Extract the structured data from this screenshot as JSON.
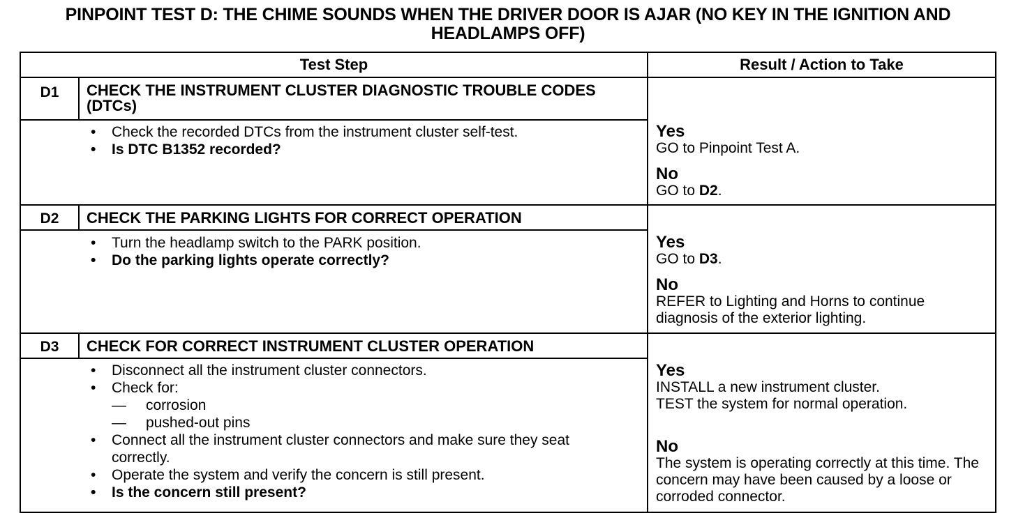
{
  "title": "PINPOINT TEST D: THE CHIME SOUNDS WHEN THE DRIVER DOOR IS AJAR (NO KEY IN THE IGNITION AND HEADLAMPS OFF)",
  "headers": {
    "test_step": "Test Step",
    "result": "Result / Action to Take"
  },
  "steps": [
    {
      "id": "D1",
      "heading": "CHECK THE INSTRUMENT CLUSTER DIAGNOSTIC TROUBLE CODES (DTCs)",
      "items": [
        "Check the recorded DTCs from the instrument cluster self-test.",
        "Is DTC B1352 recorded?"
      ],
      "yes_label": "Yes",
      "yes_text": "GO to Pinpoint Test A.",
      "no_label": "No",
      "no_prefix": "GO to ",
      "no_ref": "D2",
      "no_suffix": "."
    },
    {
      "id": "D2",
      "heading": "CHECK THE PARKING LIGHTS FOR CORRECT OPERATION",
      "items": [
        "Turn the headlamp switch to the PARK position.",
        "Do the parking lights operate correctly?"
      ],
      "yes_label": "Yes",
      "yes_prefix": "GO to ",
      "yes_ref": "D3",
      "yes_suffix": ".",
      "no_label": "No",
      "no_text": "REFER to Lighting and Horns to continue diagnosis of the exterior lighting."
    },
    {
      "id": "D3",
      "heading": "CHECK FOR CORRECT INSTRUMENT CLUSTER OPERATION",
      "items": [
        "Disconnect all the instrument cluster connectors.",
        "Check for:",
        "corrosion",
        "pushed-out pins",
        "Connect all the instrument cluster connectors and make sure they seat correctly.",
        "Operate the system and verify the concern is still present.",
        "Is the concern still present?"
      ],
      "yes_label": "Yes",
      "yes_line1": "INSTALL a new instrument cluster.",
      "yes_line2": "TEST the system for normal operation.",
      "no_label": "No",
      "no_text": "The system is operating correctly at this time. The concern may have been caused by a loose or corroded connector."
    }
  ]
}
